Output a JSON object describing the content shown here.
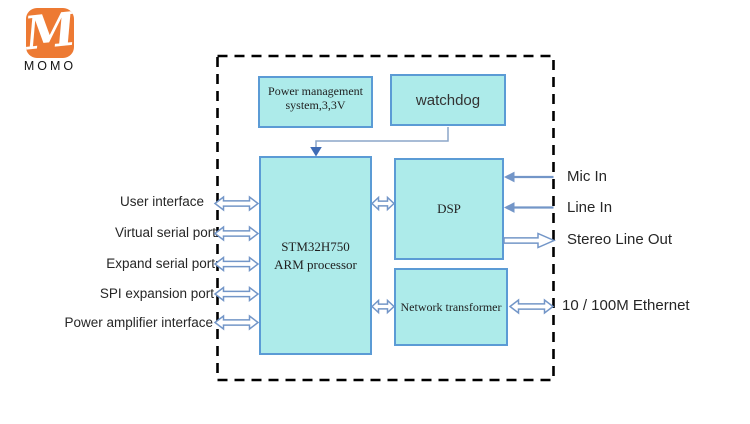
{
  "logo": {
    "monogram": "M",
    "brand": "MOMO"
  },
  "blocks": {
    "power": {
      "line1": "Power management",
      "line2": "system,3,3V"
    },
    "watchdog": {
      "label": "watchdog"
    },
    "stm32": {
      "line1": "STM32H750",
      "line2": "ARM processor"
    },
    "dsp": {
      "label": "DSP"
    },
    "transformer": {
      "label": "Network transformer"
    }
  },
  "left_ports": [
    "User interface",
    "Virtual serial port",
    "Expand serial port",
    "SPI expansion port",
    "Power amplifier interface"
  ],
  "right_ports": [
    "Mic In",
    "Line In",
    "Stereo Line Out",
    "10 / 100M Ethernet"
  ],
  "colors": {
    "block_fill": "#ADEBEA",
    "block_border": "#5B9BD5",
    "arrow_blue": "#7396C8",
    "connector_line": "#8BA6C9",
    "connector_arrowhead": "#3F6CB5",
    "dashed_border": "#000000",
    "logo_orange": "#ED7A33",
    "label_text": "#262626"
  }
}
